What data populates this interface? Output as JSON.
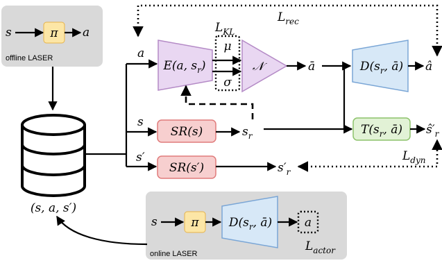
{
  "panels": {
    "offline_label": "offline LASER",
    "online_label": "online LASER"
  },
  "offline": {
    "input": "s",
    "policy": "π",
    "output": "a"
  },
  "online": {
    "input": "s",
    "policy": "π",
    "decoder": "D(s_r, ā)",
    "output": "a",
    "loss": "L_actor"
  },
  "dataset": {
    "tuple": "(s, a, s′)"
  },
  "branches": {
    "a": "a",
    "s": "s",
    "s_prime": "s′"
  },
  "encoder": {
    "label": "E(a, s_r)",
    "mu": "μ",
    "sigma": "σ",
    "loss_kl": "L_KL"
  },
  "normal": {
    "label": "𝒩"
  },
  "latent": {
    "label": "ā"
  },
  "decoder": {
    "label": "D(s_r, ā)",
    "output": "â"
  },
  "sr_s": {
    "label": "SR(s)",
    "output": "s_r"
  },
  "sr_sp": {
    "label": "SR(s′)",
    "output": "s′_r"
  },
  "transition": {
    "label": "T(s_r, ā)",
    "output": "ŝ′_r"
  },
  "losses": {
    "rec": "L_rec",
    "dyn": "L_dyn"
  },
  "colors": {
    "panel_gray": "#d9d9d9",
    "policy_yellow": "#fce6a6",
    "policy_border": "#e6b34a",
    "encoder_purple": "#e9d7f2",
    "encoder_border": "#b48ac6",
    "decoder_blue": "#d7e8f7",
    "decoder_border": "#7aa6d6",
    "sr_red": "#f7cfcf",
    "sr_border": "#e07b7b",
    "t_green": "#e2f2d6",
    "t_border": "#8cc26a"
  }
}
